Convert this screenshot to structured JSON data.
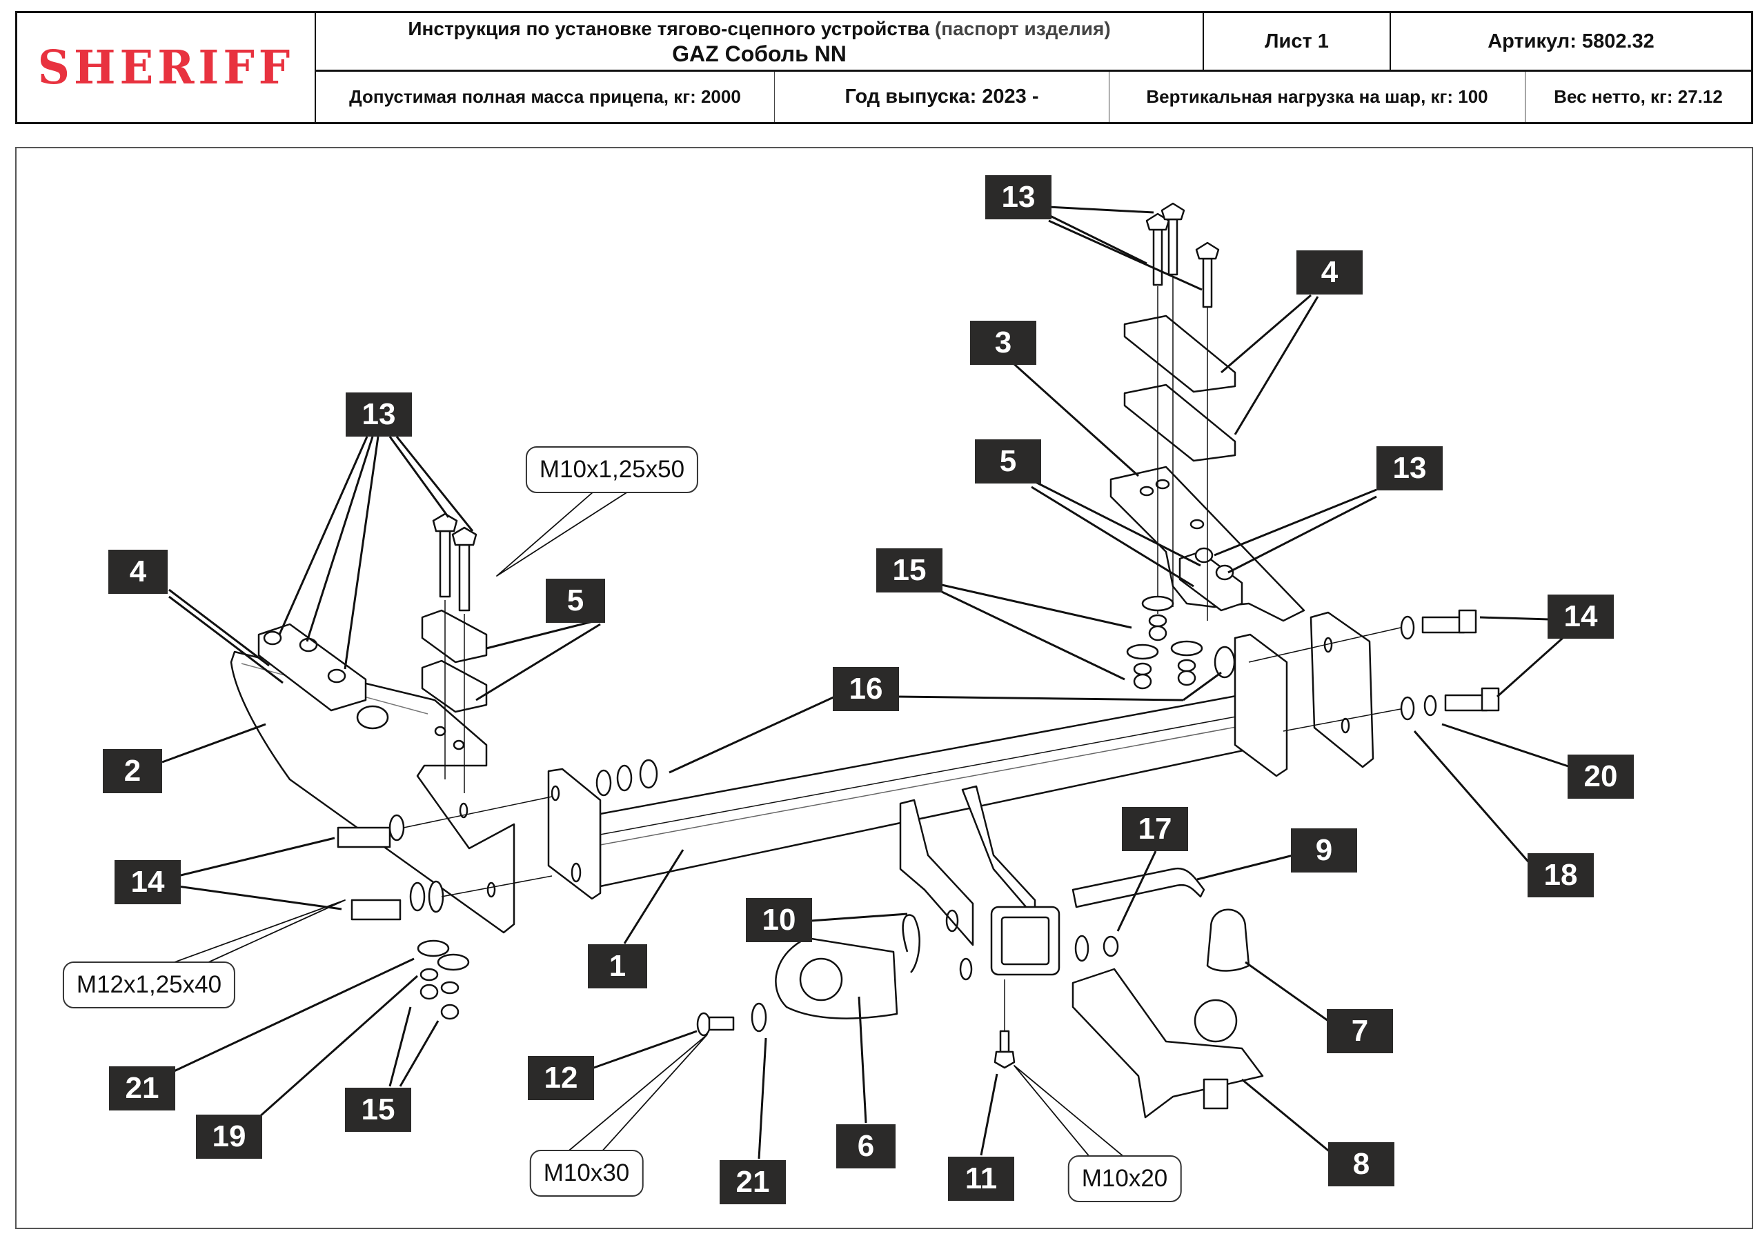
{
  "header": {
    "logo": "SHERIFF",
    "title_main": "Инструкция по установке тягово-сцепного устройства",
    "title_note": "(паспорт изделия)",
    "model": "GAZ Соболь NN",
    "sheet": "Лист 1",
    "article": "Артикул: 5802.32",
    "trailer_mass": "Допустимая полная масса прицепа, кг: 2000",
    "year": "Год выпуска: 2023 -",
    "vertical_load": "Вертикальная нагрузка на шар, кг: 100",
    "net_weight": "Вес нетто, кг: 27.12"
  },
  "colors": {
    "logo": "#e8323f",
    "label_bg": "#2b2a29",
    "label_text": "#ffffff",
    "line": "#111111"
  },
  "diagram": {
    "part_labels": [
      {
        "id": "13-left",
        "text": "13"
      },
      {
        "id": "4-left",
        "text": "4"
      },
      {
        "id": "5-left",
        "text": "5"
      },
      {
        "id": "2",
        "text": "2"
      },
      {
        "id": "14-left",
        "text": "14"
      },
      {
        "id": "21-left",
        "text": "21"
      },
      {
        "id": "19",
        "text": "19"
      },
      {
        "id": "15-left",
        "text": "15"
      },
      {
        "id": "1",
        "text": "1"
      },
      {
        "id": "16",
        "text": "16"
      },
      {
        "id": "10",
        "text": "10"
      },
      {
        "id": "12",
        "text": "12"
      },
      {
        "id": "21-bottom",
        "text": "21"
      },
      {
        "id": "6",
        "text": "6"
      },
      {
        "id": "11",
        "text": "11"
      },
      {
        "id": "17",
        "text": "17"
      },
      {
        "id": "9",
        "text": "9"
      },
      {
        "id": "7",
        "text": "7"
      },
      {
        "id": "8",
        "text": "8"
      },
      {
        "id": "14-right",
        "text": "14"
      },
      {
        "id": "20",
        "text": "20"
      },
      {
        "id": "18",
        "text": "18"
      },
      {
        "id": "13-top",
        "text": "13"
      },
      {
        "id": "4-right",
        "text": "4"
      },
      {
        "id": "3",
        "text": "3"
      },
      {
        "id": "5-right",
        "text": "5"
      },
      {
        "id": "13-right",
        "text": "13"
      },
      {
        "id": "15-right",
        "text": "15"
      }
    ],
    "specs": [
      {
        "id": "bolt-m10x125x50",
        "text": "M10x1,25x50"
      },
      {
        "id": "bolt-m12x125x40",
        "text": "M12x1,25x40"
      },
      {
        "id": "bolt-m10x30",
        "text": "M10x30"
      },
      {
        "id": "bolt-m10x20",
        "text": "M10x20"
      }
    ]
  }
}
